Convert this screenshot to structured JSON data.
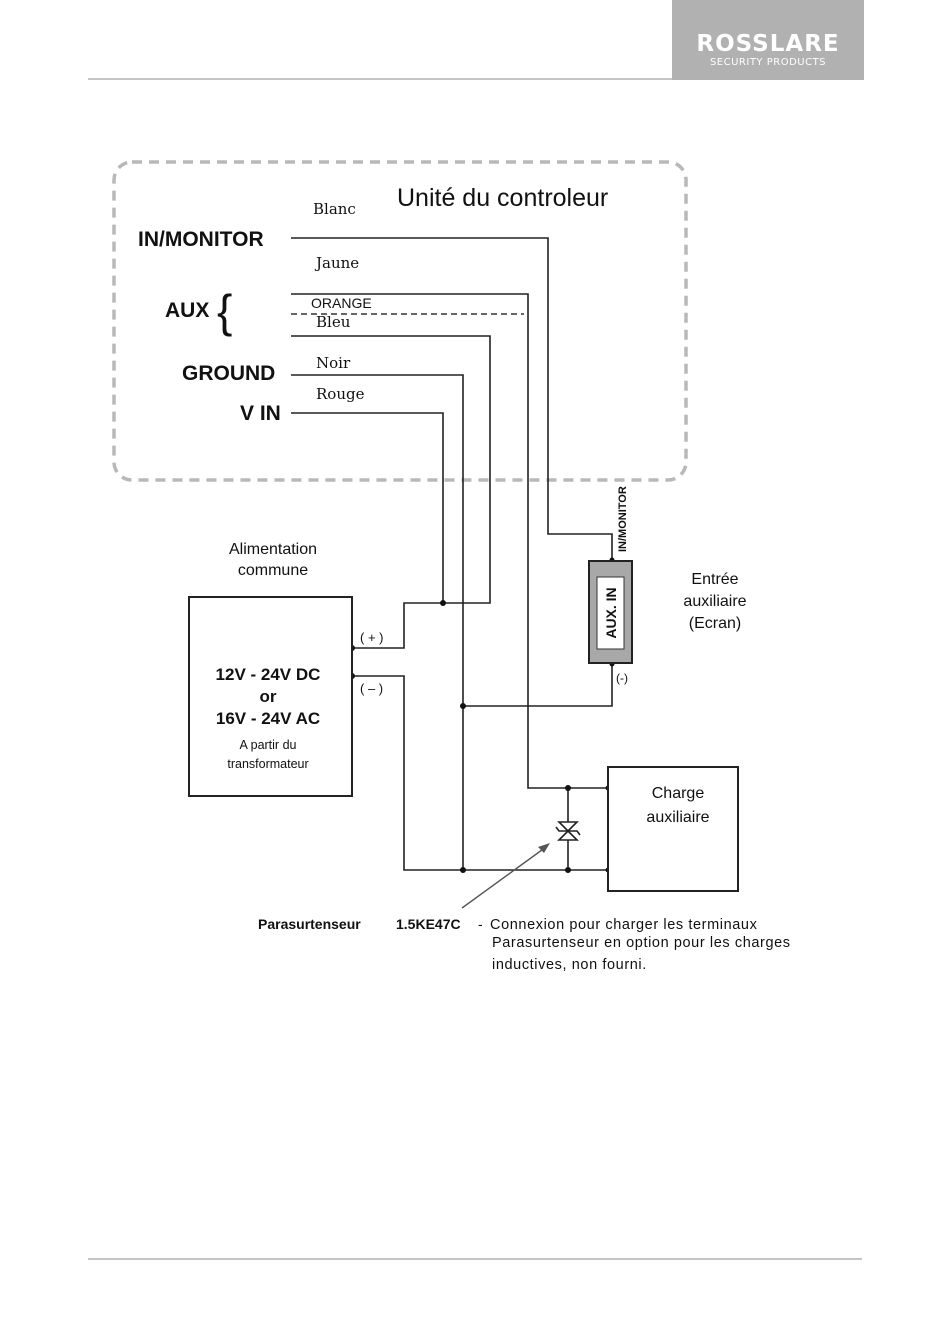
{
  "header": {
    "brand": "ROSSLARE",
    "brand_sub": "SECURITY PRODUCTS"
  },
  "diagram": {
    "controller_title": "Unité du controleur",
    "terminals": {
      "in_monitor": "IN/MONITOR",
      "aux": "AUX",
      "aux_brace": "{",
      "ground": "GROUND",
      "vin": "V IN"
    },
    "wires": {
      "white": "Blanc",
      "yellow": "Jaune",
      "orange": "ORANGE",
      "blue": "Bleu",
      "black": "Noir",
      "red": "Rouge"
    },
    "power_supply": {
      "title_line1": "Alimentation",
      "title_line2": "commune",
      "spec_line1": "12V - 24V DC",
      "spec_or": "or",
      "spec_line2": "16V - 24V AC",
      "source_line1": "A partir du",
      "source_line2": "transformateur",
      "plus": "( + )",
      "minus": "( – )"
    },
    "aux_input": {
      "box_label": "AUX. IN",
      "top_label": "IN/MONITOR",
      "bottom_label": "(-)",
      "desc_line1": "Entrée",
      "desc_line2": "auxiliaire",
      "desc_line3": "(Ecran)"
    },
    "aux_load": {
      "line1": "Charge",
      "line2": "auxiliaire"
    },
    "notes": {
      "suppressor": "Parasurtenseur",
      "part": "1.5KE47C",
      "dash": "-",
      "line1": "Connexion pour charger les terminaux",
      "line2": "Parasurtenseur en option pour les charges",
      "line3": "inductives, non fourni."
    }
  }
}
